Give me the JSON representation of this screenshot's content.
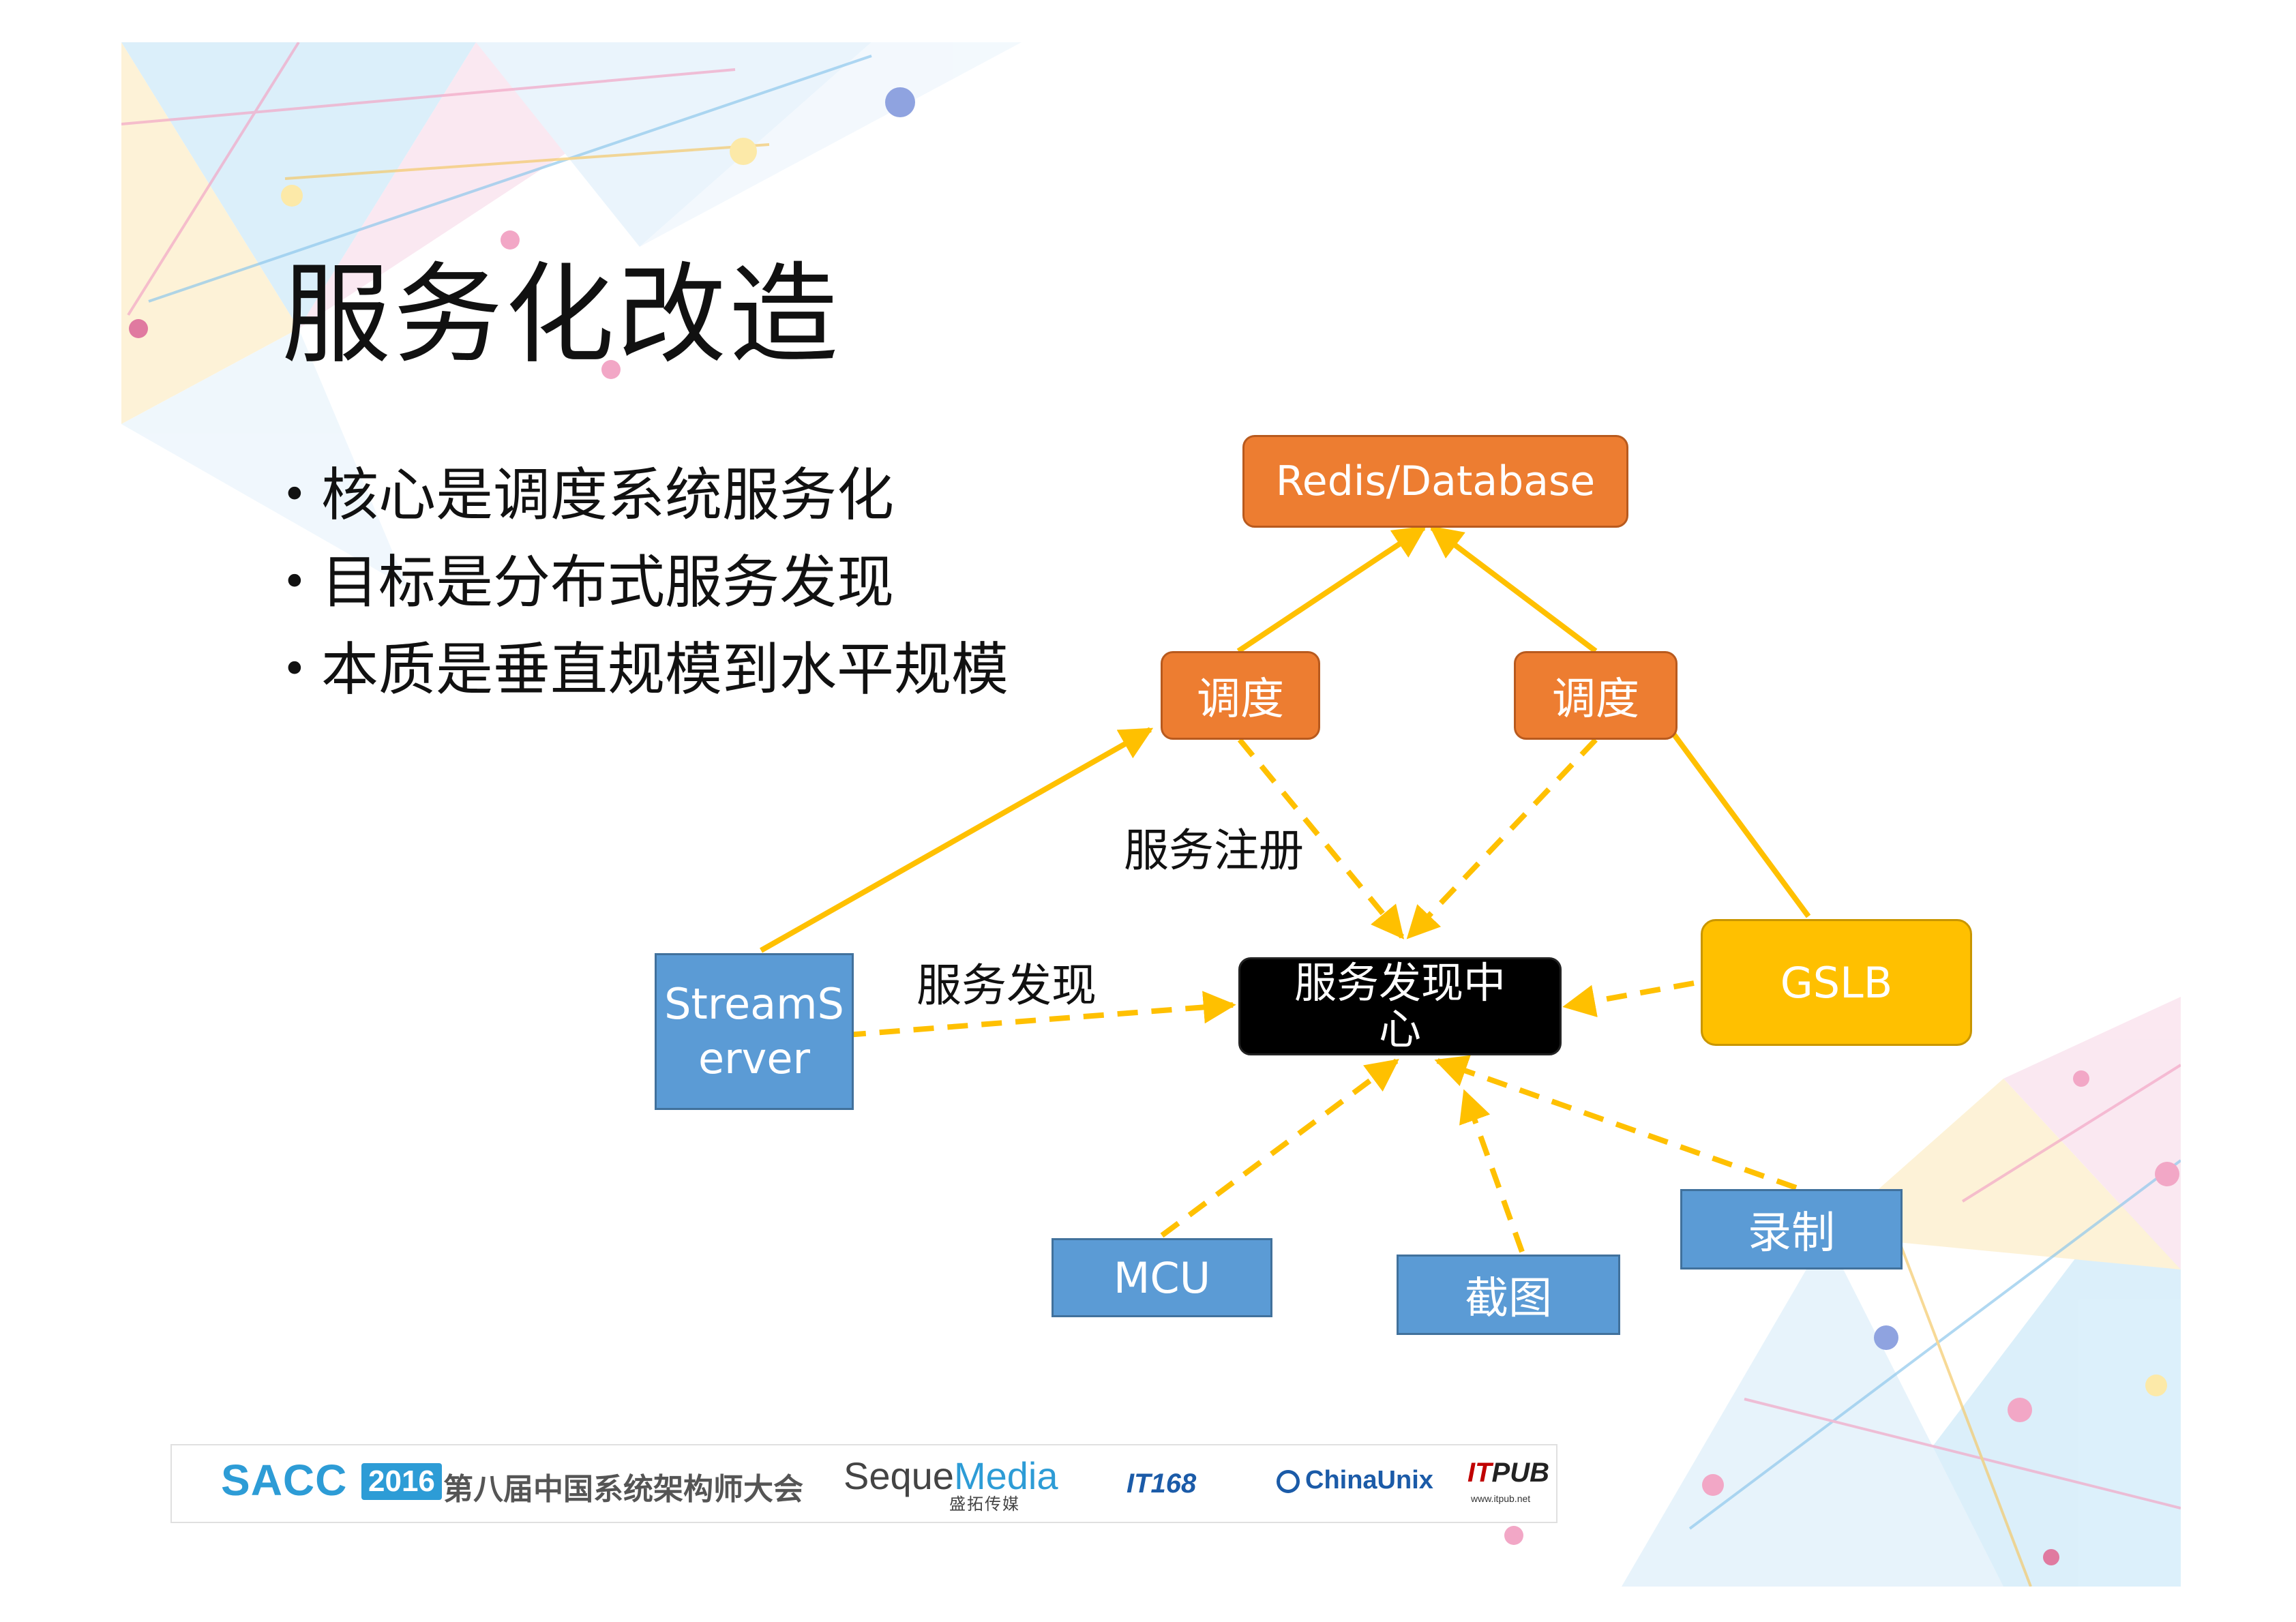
{
  "slide": {
    "title": "服务化改造",
    "bullets": [
      "核心是调度系统服务化",
      "目标是分布式服务发现",
      "本质是垂直规模到水平规模"
    ]
  },
  "diagram": {
    "nodes": {
      "redis": "Redis/Database",
      "sched1": "调度",
      "sched2": "调度",
      "streams_line1": "StreamS",
      "streams_line2": "erver",
      "discovery_line1": "服务发现中",
      "discovery_line2": "心",
      "gslb": "GSLB",
      "mcu": "MCU",
      "snapshot": "截图",
      "record": "录制"
    },
    "labels": {
      "register": "服务注册",
      "discover": "服务发现"
    },
    "colors": {
      "orange": "#ED7D31",
      "yellow": "#FFC000",
      "blue": "#5B9BD5",
      "black": "#000000"
    }
  },
  "footer": {
    "sacc": "SACC",
    "year": "2016",
    "conference": "第八届中国系统架构师大会",
    "sequemedia_a": "Seque",
    "sequemedia_b": "Media",
    "sequemedia_sub": "盛拓传媒",
    "it168": "IT168",
    "chinaunix": "ChinaUnix",
    "itpub_a": "IT",
    "itpub_b": "PUB",
    "itpub_sub": "www.itpub.net"
  }
}
